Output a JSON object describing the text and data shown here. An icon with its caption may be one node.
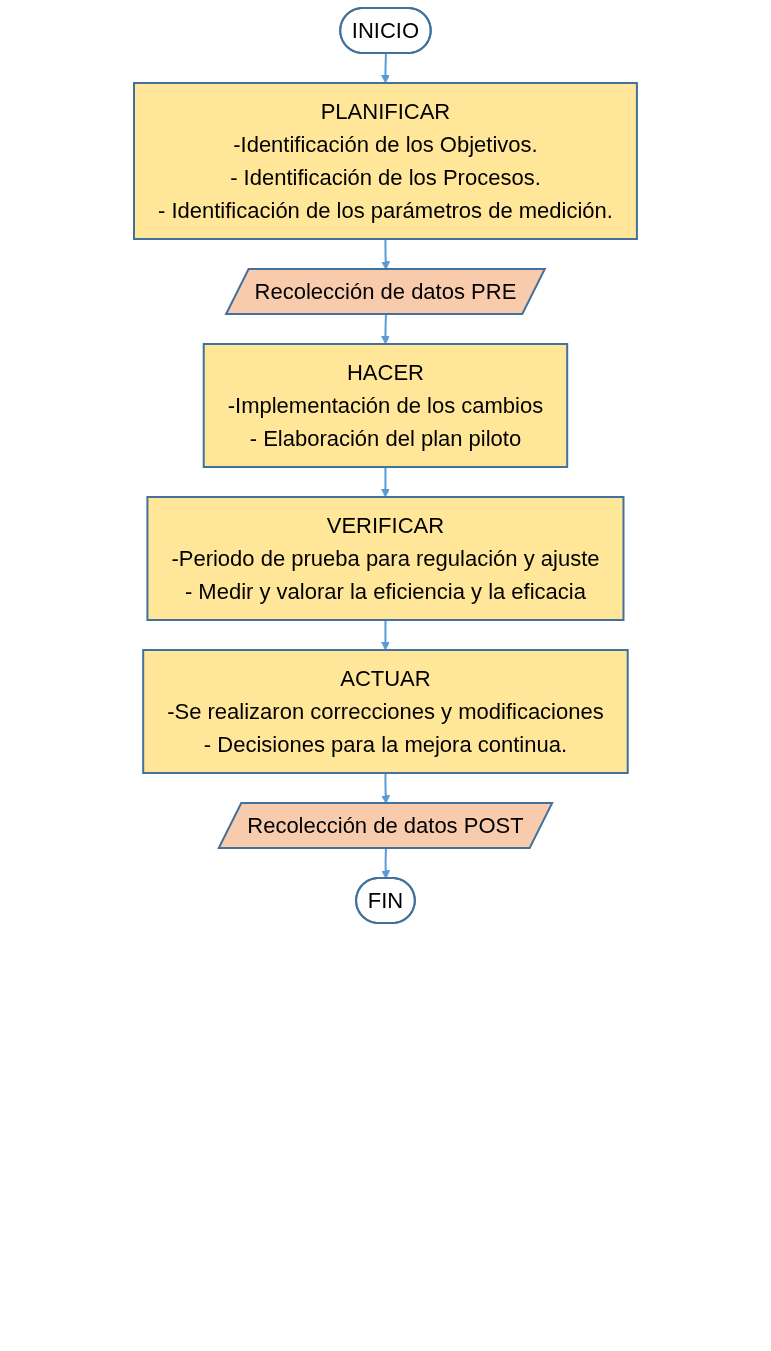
{
  "diagram": {
    "nodes": [
      {
        "text": [
          "INICIO"
        ]
      },
      {
        "text": [
          "PLANIFICAR",
          "-Identificación de los Objetivos.",
          "- Identificación de los Procesos.",
          "- Identificación de los parámetros de medición."
        ]
      },
      {
        "text": [
          "Recolección de datos PRE"
        ]
      },
      {
        "text": [
          "HACER",
          "-Implementación de los cambios",
          "- Elaboración del plan piloto"
        ]
      },
      {
        "text": [
          "VERIFICAR",
          "-Periodo de prueba para regulación y ajuste",
          "- Medir y valorar la eficiencia y la eficacia"
        ]
      },
      {
        "text": [
          "ACTUAR",
          "-Se realizaron correcciones y modificaciones",
          "- Decisiones para la mejora continua."
        ]
      },
      {
        "text": [
          "Recolección de datos POST"
        ]
      },
      {
        "text": [
          "FIN"
        ]
      }
    ],
    "edges": [
      {
        "from": 0,
        "to": 1,
        "arrow": "to"
      },
      {
        "from": 1,
        "to": 2,
        "arrow": "to"
      },
      {
        "from": 2,
        "to": 3,
        "arrow": "to"
      },
      {
        "from": 3,
        "to": 4,
        "arrow": "to"
      },
      {
        "from": 4,
        "to": 5,
        "arrow": "to"
      },
      {
        "from": 5,
        "to": 6,
        "arrow": "to"
      },
      {
        "from": 6,
        "to": 7,
        "arrow": "to"
      }
    ]
  }
}
